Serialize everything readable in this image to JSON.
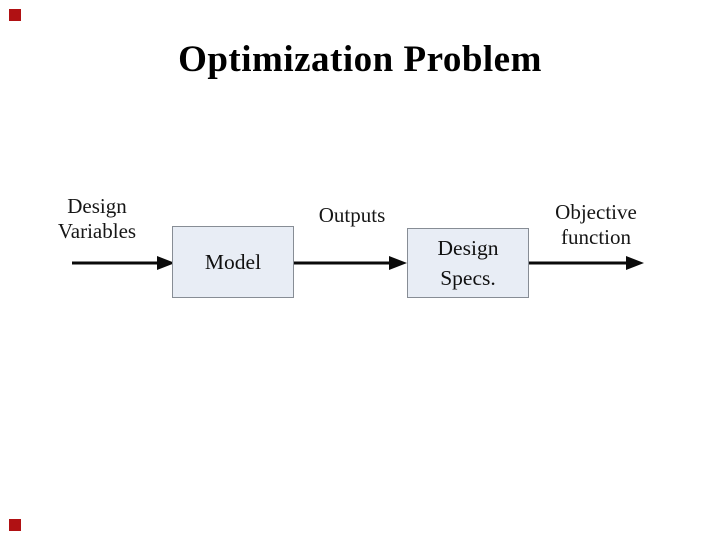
{
  "slide_title": "Optimization Problem",
  "diagram": {
    "input_label": {
      "line1": "Design",
      "line2": "Variables"
    },
    "flow_label": "Outputs",
    "output_label": {
      "line1": "Objective",
      "line2": "function"
    },
    "model_box": {
      "label": "Model"
    },
    "design_specs_box": {
      "line1": "Design",
      "line2": "Specs."
    }
  },
  "decorations": {
    "corner_marker_color": "#b01113",
    "corner_marker_positions": [
      "top-left",
      "bottom-left"
    ]
  },
  "colors": {
    "background": "#ffffff",
    "title_text": "#000000",
    "label_text": "#161616",
    "box_fill": "#e8edf5",
    "box_border": "#878d95",
    "arrow": "#0a0a0a"
  }
}
